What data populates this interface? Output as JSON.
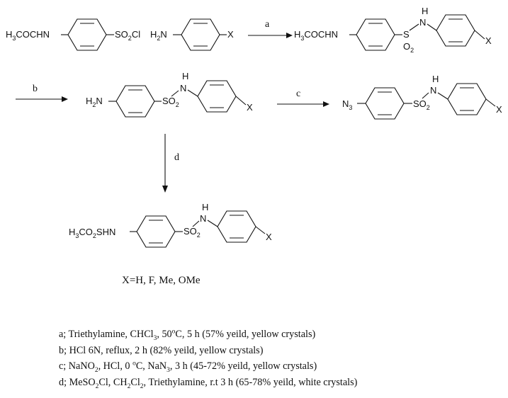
{
  "scheme": {
    "reagents": {
      "sulfonyl_chloride": [
        "H",
        "3",
        "COCHN",
        "SO",
        "2",
        "Cl"
      ],
      "aniline_amine": [
        "H",
        "2",
        "N"
      ],
      "aniline_x": "X",
      "step_a_product_left": [
        "H",
        "3",
        "COCHN"
      ],
      "step_a_product_s": "S",
      "step_a_product_o2": [
        "O",
        "2"
      ],
      "nh": [
        "H",
        "N"
      ],
      "x": "X"
    },
    "intermediate_amine": {
      "left": [
        "H",
        "2",
        "N"
      ],
      "so2": [
        "SO",
        "2"
      ],
      "nh": [
        "H",
        "N"
      ],
      "x": "X"
    },
    "azide": {
      "left": [
        "N",
        "3"
      ],
      "so2": [
        "SO",
        "2"
      ],
      "nh": [
        "H",
        "N"
      ],
      "x": "X"
    },
    "mesyl": {
      "left": [
        "H",
        "3",
        "CO",
        "2",
        "SHN"
      ],
      "so2": [
        "SO",
        "2"
      ],
      "nh": [
        "H",
        "N"
      ],
      "x": "X"
    },
    "arrows": {
      "a": "a",
      "b": "b",
      "c": "c",
      "d": "d"
    },
    "substituents": "X=H, F, Me, OMe"
  },
  "conditions": [
    {
      "step": "a",
      "parts": [
        "a; Triethylamine, CHCl",
        "3",
        ", 50",
        "o",
        "C, 5 h (57% yeild, yellow crystals)"
      ]
    },
    {
      "step": "b",
      "parts": [
        "b; HCl 6N, reflux, 2 h (82% yeild, yellow crystals)"
      ]
    },
    {
      "step": "c",
      "parts": [
        "c; NaNO",
        "2",
        ", HCl, 0 ",
        "o",
        "C, NaN",
        "3",
        ", 3 h (45-72% yeild, yellow crystals)"
      ]
    },
    {
      "step": "d",
      "parts": [
        "d; MeSO",
        "2",
        "Cl, CH",
        "2",
        "Cl",
        "2",
        ", Triethylamine, r.t 3 h (65-78% yeild, white crystals)"
      ]
    }
  ]
}
